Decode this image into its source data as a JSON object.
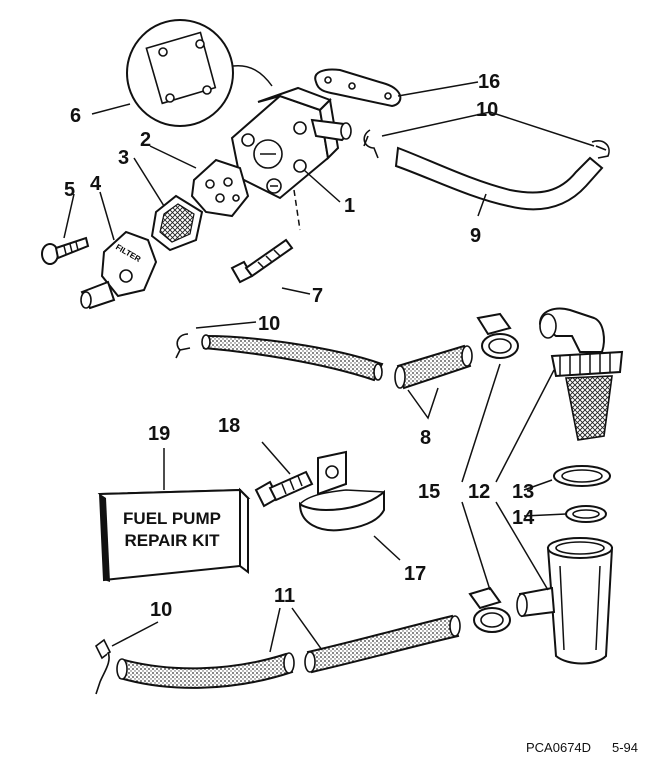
{
  "callouts": {
    "c1": "1",
    "c2": "2",
    "c3": "3",
    "c4": "4",
    "c5": "5",
    "c6": "6",
    "c7": "7",
    "c8": "8",
    "c9": "9",
    "c10a": "10",
    "c10b": "10",
    "c10c": "10",
    "c11": "11",
    "c12": "12",
    "c13": "13",
    "c14": "14",
    "c15": "15",
    "c16": "16",
    "c17": "17",
    "c18": "18",
    "c19": "19"
  },
  "kit": {
    "line1": "FUEL PUMP",
    "line2": "REPAIR KIT"
  },
  "filter_label": "FILTER",
  "footer": {
    "code": "PCA0674D",
    "date": "5-94"
  }
}
